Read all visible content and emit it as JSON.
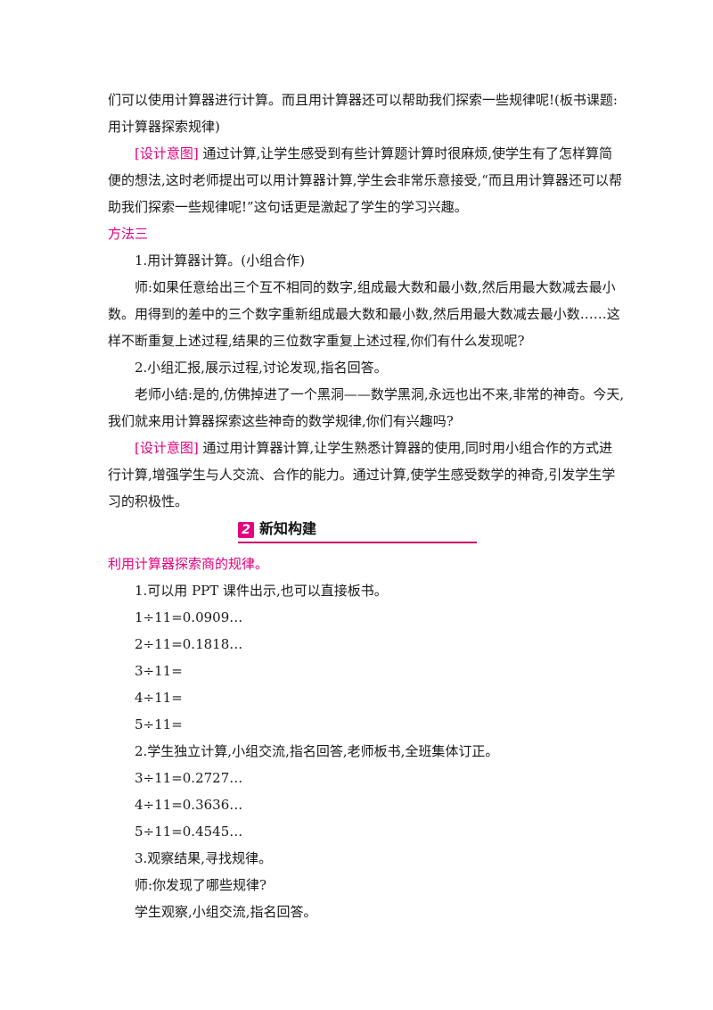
{
  "paragraphs_top": {
    "p1": "们可以使用计算器进行计算。而且用计算器还可以帮助我们探索一些规律呢!(板书课题:用计算器探索规律)",
    "note1_label": "[设计意图]",
    "note1_text": "  通过计算,让学生感受到有些计算题计算时很麻烦,使学生有了怎样算简便的想法,这时老师提出可以用计算器计算,学生会非常乐意接受,“而且用计算器还可以帮助我们探索一些规律呢!”这句话更是激起了学生的学习兴趣。",
    "method3_title": "方法三",
    "step1": "1.用计算器计算。(小组合作)",
    "teacher1": "师:如果任意给出三个互不相同的数字,组成最大数和最小数,然后用最大数减去最小数。用得到的差中的三个数字重新组成最大数和最小数,然后用最大数减去最小数……这样不断重复上述过程,结果的三位数字重复上述过程,你们有什么发现呢?",
    "step2": "2.小组汇报,展示过程,讨论发现,指名回答。",
    "summary": "老师小结:是的,仿佛掉进了一个黑洞——数学黑洞,永远也出不来,非常的神奇。今天,我们就来用计算器探索这些神奇的数学规律,你们有兴趣吗?",
    "note2_label": "[设计意图]",
    "note2_text": "  通过用计算器计算,让学生熟悉计算器的使用,同时用小组合作的方式进行计算,增强学生与人交流、合作的能力。通过计算,使学生感受数学的神奇,引发学生学习的积极性。"
  },
  "section": {
    "number": "2",
    "title": "新知构建"
  },
  "lower": {
    "subtitle": "利用计算器探索商的规律。",
    "l1": "1.可以用 PPT 课件出示,也可以直接板书。",
    "e1": "1÷11=0.0909…",
    "e2": "2÷11=0.1818…",
    "e3": "3÷11=",
    "e4": "4÷11=",
    "e5": "5÷11=",
    "l2": "2.学生独立计算,小组交流,指名回答,老师板书,全班集体订正。",
    "r3": "3÷11=0.2727…",
    "r4": "4÷11=0.3636…",
    "r5": "5÷11=0.4545…",
    "l3": "3.观察结果,寻找规律。",
    "q": "师:你发现了哪些规律?",
    "a": "学生观察,小组交流,指名回答。"
  }
}
